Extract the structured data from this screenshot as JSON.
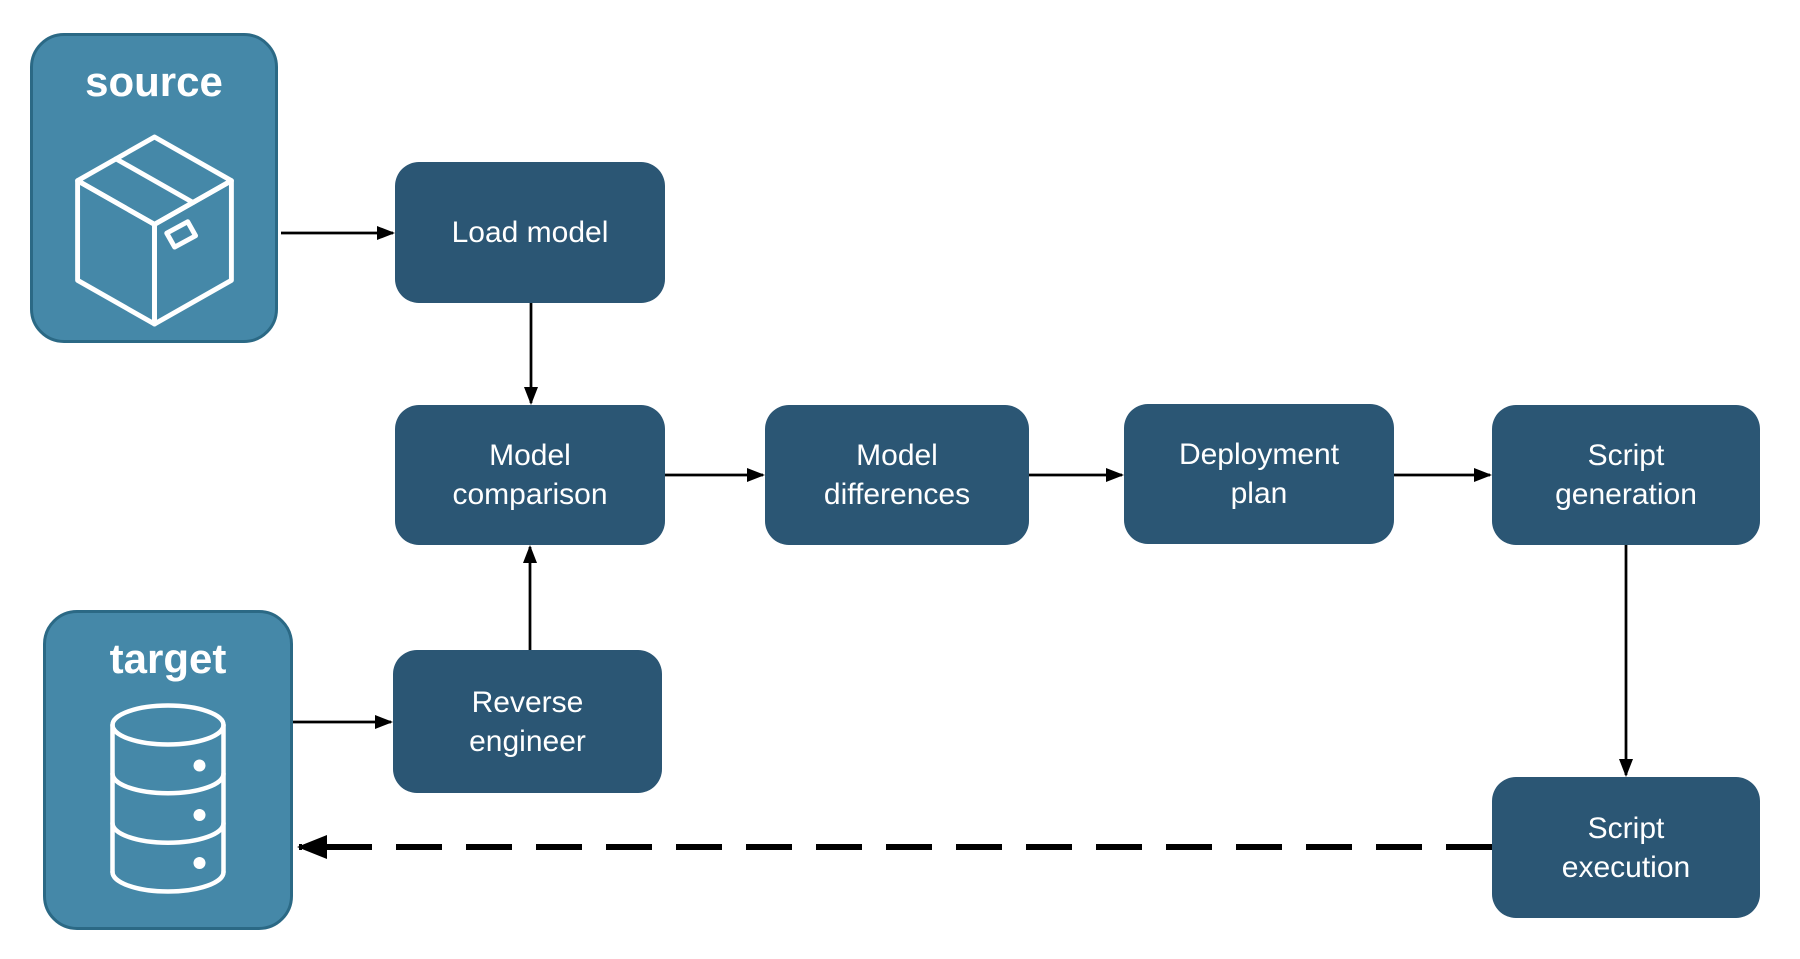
{
  "colors": {
    "node_fill": "#2B5674",
    "node_text": "#FFFFFF",
    "endpoint_fill": "#4588A8",
    "endpoint_border": "#2B6985",
    "endpoint_text": "#FFFFFF",
    "arrow": "#000000",
    "background": "#FFFFFF"
  },
  "endpoints": {
    "source": {
      "label": "source",
      "icon": "package-icon"
    },
    "target": {
      "label": "target",
      "icon": "database-icon"
    }
  },
  "nodes": {
    "load_model": {
      "label": "Load model"
    },
    "model_comparison": {
      "label": "Model\ncomparison"
    },
    "model_differences": {
      "label": "Model\ndifferences"
    },
    "deployment_plan": {
      "label": "Deployment\nplan"
    },
    "script_generation": {
      "label": "Script\ngeneration"
    },
    "reverse_engineer": {
      "label": "Reverse\nengineer"
    },
    "script_execution": {
      "label": "Script\nexecution"
    }
  },
  "connectors": [
    {
      "from": "source",
      "to": "load_model",
      "style": "solid"
    },
    {
      "from": "load_model",
      "to": "model_comparison",
      "style": "solid"
    },
    {
      "from": "target",
      "to": "reverse_engineer",
      "style": "solid"
    },
    {
      "from": "reverse_engineer",
      "to": "model_comparison",
      "style": "solid"
    },
    {
      "from": "model_comparison",
      "to": "model_differences",
      "style": "solid"
    },
    {
      "from": "model_differences",
      "to": "deployment_plan",
      "style": "solid"
    },
    {
      "from": "deployment_plan",
      "to": "script_generation",
      "style": "solid"
    },
    {
      "from": "script_generation",
      "to": "script_execution",
      "style": "solid"
    },
    {
      "from": "script_execution",
      "to": "target",
      "style": "dashed"
    }
  ]
}
